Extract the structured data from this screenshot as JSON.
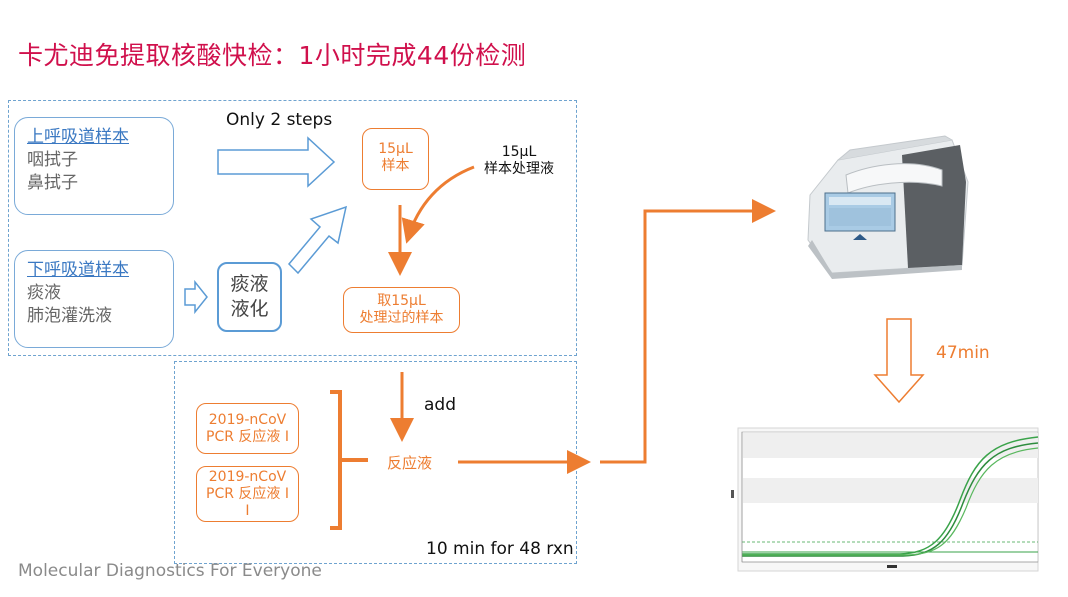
{
  "title": "卡尤迪免提取核酸快检：1小时完成44份检测",
  "upper_sample": {
    "title": "上呼吸道样本",
    "items": [
      "咽拭子",
      "鼻拭子"
    ]
  },
  "lower_sample": {
    "title": "下呼吸道样本",
    "items": [
      "痰液",
      "肺泡灌洗液"
    ]
  },
  "sputum_box": {
    "line1": "痰液",
    "line2": "液化"
  },
  "only_steps": "Only 2 steps",
  "sample_box": {
    "line1": "15μL",
    "line2": "样本"
  },
  "buffer_label": {
    "line1": "15μL",
    "line2": "样本处理液"
  },
  "processed_box": {
    "line1": "取15μL",
    "line2": "处理过的样本"
  },
  "add_label": "add",
  "reagent1": {
    "line1": "2019-nCoV",
    "line2": "PCR 反应液 I"
  },
  "reagent2": {
    "line1": "2019-nCoV",
    "line2": "PCR 反应液 I",
    "line3": "I"
  },
  "reaction_label": "反应液",
  "time_label": "10 min for 48 rxn",
  "pcr_time": "47min",
  "footer": "Molecular Diagnostics For Everyone",
  "colors": {
    "title": "#d0104c",
    "orange": "#ed7d31",
    "blue": "#5b9bd5",
    "curve": "#3aa34a"
  }
}
